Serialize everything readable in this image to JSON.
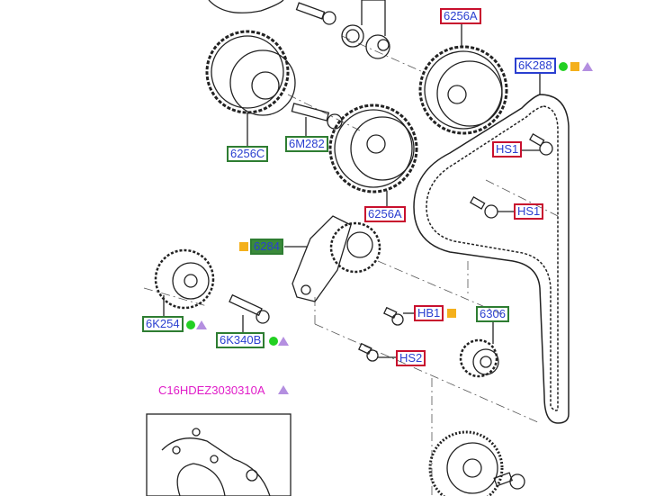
{
  "labels": {
    "p6256a_top": "6256A",
    "p6k288": "6K288",
    "hs1_a": "HS1",
    "hs1_b": "HS1",
    "p6256c": "6256C",
    "p6m282": "6M282",
    "p6256a_mid": "6256A",
    "p6284": "6284",
    "p6k254": "6K254",
    "p6k340b": "6K340B",
    "hb1": "HB1",
    "p6306": "6306",
    "hs2": "HS2",
    "assembly": "C16HDEZ3030310A"
  },
  "legend_colors": {
    "circle": "#22d022",
    "square": "#f4b01c",
    "triangle": "#b48fe0"
  }
}
